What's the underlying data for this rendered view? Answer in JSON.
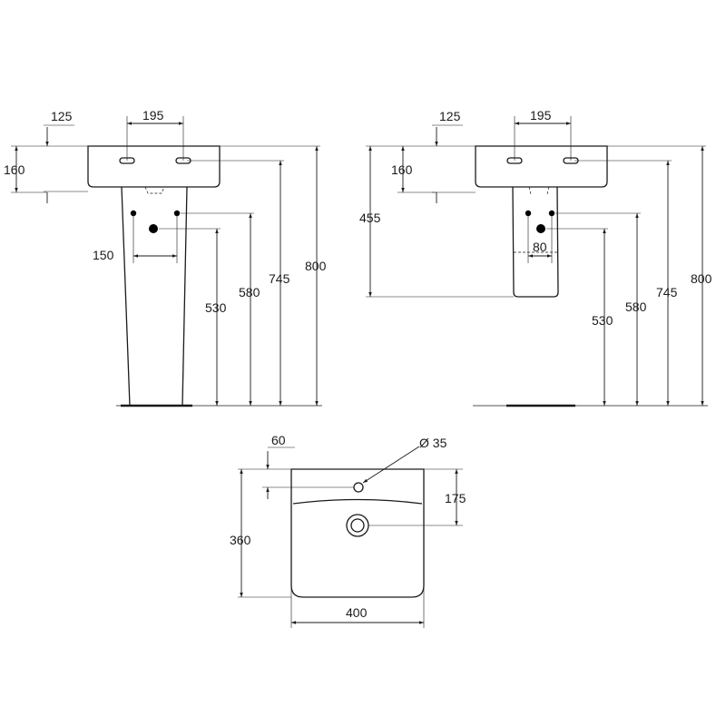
{
  "view_pedestal": {
    "d_125": "125",
    "d_195": "195",
    "d_160": "160",
    "d_150": "150",
    "d_530": "530",
    "d_580": "580",
    "d_745": "745",
    "d_800": "800"
  },
  "view_semipedestal": {
    "d_125": "125",
    "d_195": "195",
    "d_160": "160",
    "d_455": "455",
    "d_80": "80",
    "d_530": "530",
    "d_580": "580",
    "d_745": "745",
    "d_800": "800"
  },
  "view_top": {
    "d_60": "60",
    "d_diameter": "Ø 35",
    "d_175": "175",
    "d_360": "360",
    "d_400": "400"
  },
  "colors": {
    "line": "#1a1a1a",
    "background": "#ffffff"
  }
}
